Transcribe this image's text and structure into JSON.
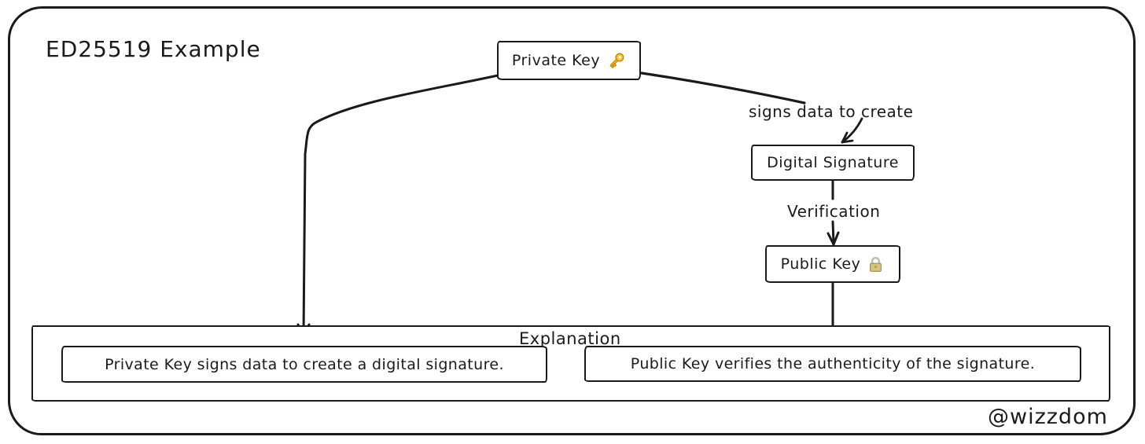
{
  "title": "ED25519 Example",
  "watermark": "@wizzdom",
  "nodes": {
    "private_key": {
      "label": "Private Key",
      "icon": "key-icon"
    },
    "digital_signature": {
      "label": "Digital Signature"
    },
    "public_key": {
      "label": "Public Key",
      "icon": "lock-icon"
    }
  },
  "edge_labels": {
    "signs": "signs data to create",
    "verification": "Verification"
  },
  "explanation": {
    "label": "Explanation",
    "items": [
      {
        "text": "Private Key signs data to create a digital signature."
      },
      {
        "text": "Public Key verifies the authenticity of the signature."
      }
    ]
  },
  "colors": {
    "stroke": "#1a1a1a",
    "background": "#ffffff",
    "key_gold": "#f3b51f",
    "key_outline": "#c8880a",
    "lock_body": "#d3c47e",
    "lock_shackle": "#bdbdbd"
  }
}
